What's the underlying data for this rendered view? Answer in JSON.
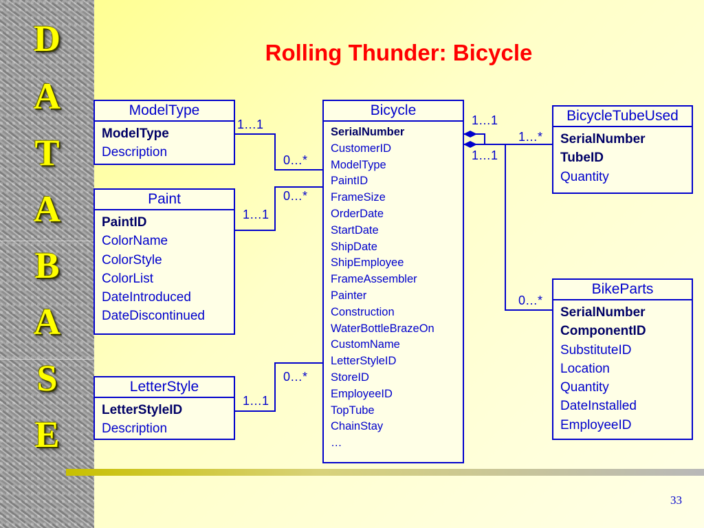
{
  "sidebar": {
    "letters": [
      "D",
      "A",
      "T",
      "A",
      "B",
      "A",
      "S",
      "E"
    ]
  },
  "title": "Rolling Thunder: Bicycle",
  "entities": {
    "model_type": {
      "name": "ModelType",
      "keys": [
        "ModelType"
      ],
      "attrs": [
        "Description"
      ]
    },
    "paint": {
      "name": "Paint",
      "keys": [
        "PaintID"
      ],
      "attrs": [
        "ColorName",
        "ColorStyle",
        "ColorList",
        "DateIntroduced",
        "DateDiscontinued"
      ]
    },
    "letter_style": {
      "name": "LetterStyle",
      "keys": [
        "LetterStyleID"
      ],
      "attrs": [
        "Description"
      ]
    },
    "bicycle": {
      "name": "Bicycle",
      "keys": [
        "SerialNumber"
      ],
      "attrs": [
        "CustomerID",
        "ModelType",
        "PaintID",
        "FrameSize",
        "OrderDate",
        "StartDate",
        "ShipDate",
        "ShipEmployee",
        "FrameAssembler",
        "Painter",
        "Construction",
        "WaterBottleBrazeOn",
        "CustomName",
        "LetterStyleID",
        "StoreID",
        "EmployeeID",
        "TopTube",
        "ChainStay",
        "…"
      ]
    },
    "bicycle_tube_used": {
      "name": "BicycleTubeUsed",
      "keys": [
        "SerialNumber",
        "TubeID"
      ],
      "attrs": [
        "Quantity"
      ]
    },
    "bike_parts": {
      "name": "BikeParts",
      "keys": [
        "SerialNumber",
        "ComponentID"
      ],
      "attrs": [
        "SubstituteID",
        "Location",
        "Quantity",
        "DateInstalled",
        "EmployeeID"
      ]
    }
  },
  "cardinalities": {
    "modeltype_one": "1…1",
    "modeltype_many": "0…*",
    "paint_many": "0…*",
    "paint_one": "1…1",
    "letterstyle_many": "0…*",
    "letterstyle_one": "1…1",
    "tube_bike_one": "1…1",
    "tube_many": "1…*",
    "parts_bike_one": "1…1",
    "parts_many": "0…*"
  },
  "page_number": "33",
  "colors": {
    "title": "#ff0000",
    "diagram": "#0000cc",
    "key_text": "#000066",
    "sidebar_letter": "#ffff00"
  }
}
